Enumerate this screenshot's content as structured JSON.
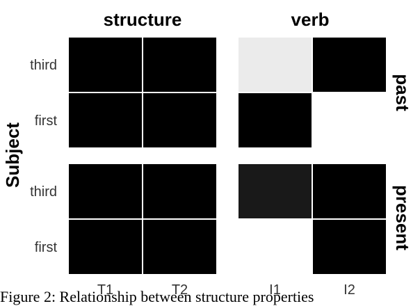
{
  "chart_data": {
    "type": "heatmap",
    "panels": [
      {
        "title": "structure",
        "columns": [
          "T1",
          "T2"
        ],
        "values": {
          "past": {
            "third": [
              1,
              1
            ],
            "first": [
              1,
              1
            ]
          },
          "present": {
            "third": [
              1,
              1
            ],
            "first": [
              1,
              1
            ]
          }
        }
      },
      {
        "title": "verb",
        "columns": [
          "I1",
          "I2"
        ],
        "values": {
          "past": {
            "third": [
              0.08,
              1
            ],
            "first": [
              1,
              null
            ]
          },
          "present": {
            "third": [
              0.9,
              1
            ],
            "first": [
              null,
              1
            ]
          }
        }
      }
    ],
    "facets": [
      "past",
      "present"
    ],
    "row_labels": [
      "third",
      "first"
    ],
    "y_axis_title": "Subject",
    "colors": {
      "full": "#000000",
      "empty": "#ffffff",
      "cell_border": "#ffffff"
    }
  },
  "caption": "Figure 2:  Relationship  between  structure  properties"
}
